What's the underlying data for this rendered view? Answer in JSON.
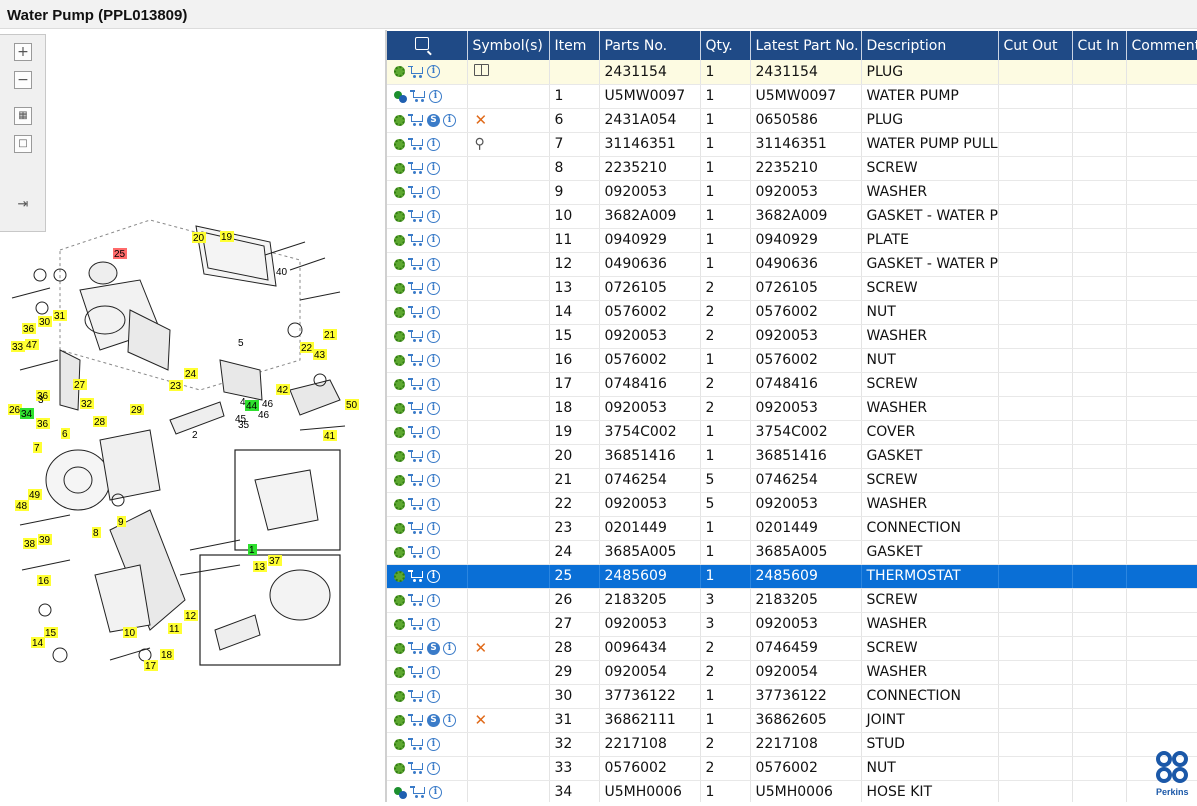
{
  "window": {
    "title": "Water Pump (PPL013809)"
  },
  "toolbar": {
    "zoom_in": "+",
    "zoom_out": "−"
  },
  "table": {
    "columns": [
      "Symbol(s)",
      "Item",
      "Parts No.",
      "Qty.",
      "Latest Part No.",
      "Description",
      "Cut Out",
      "Cut In",
      "Comment"
    ],
    "rows": [
      {
        "item": "",
        "parts_no": "2431154",
        "qty": "1",
        "latest": "2431154",
        "desc": "PLUG",
        "sym": "book",
        "s": false,
        "gear": "single",
        "state": "highlight"
      },
      {
        "item": "1",
        "parts_no": "U5MW0097",
        "qty": "1",
        "latest": "U5MW0097",
        "desc": "WATER PUMP",
        "sym": "",
        "s": false,
        "gear": "double",
        "state": ""
      },
      {
        "item": "6",
        "parts_no": "2431A054",
        "qty": "1",
        "latest": "0650586",
        "desc": "PLUG",
        "sym": "x",
        "s": true,
        "gear": "single",
        "state": ""
      },
      {
        "item": "7",
        "parts_no": "31146351",
        "qty": "1",
        "latest": "31146351",
        "desc": "WATER PUMP PULLE",
        "sym": "pin",
        "s": false,
        "gear": "single",
        "state": ""
      },
      {
        "item": "8",
        "parts_no": "2235210",
        "qty": "1",
        "latest": "2235210",
        "desc": "SCREW",
        "sym": "",
        "s": false,
        "gear": "single",
        "state": ""
      },
      {
        "item": "9",
        "parts_no": "0920053",
        "qty": "1",
        "latest": "0920053",
        "desc": "WASHER",
        "sym": "",
        "s": false,
        "gear": "single",
        "state": ""
      },
      {
        "item": "10",
        "parts_no": "3682A009",
        "qty": "1",
        "latest": "3682A009",
        "desc": "GASKET - WATER PU",
        "sym": "",
        "s": false,
        "gear": "single",
        "state": ""
      },
      {
        "item": "11",
        "parts_no": "0940929",
        "qty": "1",
        "latest": "0940929",
        "desc": "PLATE",
        "sym": "",
        "s": false,
        "gear": "single",
        "state": ""
      },
      {
        "item": "12",
        "parts_no": "0490636",
        "qty": "1",
        "latest": "0490636",
        "desc": "GASKET - WATER PU",
        "sym": "",
        "s": false,
        "gear": "single",
        "state": ""
      },
      {
        "item": "13",
        "parts_no": "0726105",
        "qty": "2",
        "latest": "0726105",
        "desc": "SCREW",
        "sym": "",
        "s": false,
        "gear": "single",
        "state": ""
      },
      {
        "item": "14",
        "parts_no": "0576002",
        "qty": "2",
        "latest": "0576002",
        "desc": "NUT",
        "sym": "",
        "s": false,
        "gear": "single",
        "state": ""
      },
      {
        "item": "15",
        "parts_no": "0920053",
        "qty": "2",
        "latest": "0920053",
        "desc": "WASHER",
        "sym": "",
        "s": false,
        "gear": "single",
        "state": ""
      },
      {
        "item": "16",
        "parts_no": "0576002",
        "qty": "1",
        "latest": "0576002",
        "desc": "NUT",
        "sym": "",
        "s": false,
        "gear": "single",
        "state": ""
      },
      {
        "item": "17",
        "parts_no": "0748416",
        "qty": "2",
        "latest": "0748416",
        "desc": "SCREW",
        "sym": "",
        "s": false,
        "gear": "single",
        "state": ""
      },
      {
        "item": "18",
        "parts_no": "0920053",
        "qty": "2",
        "latest": "0920053",
        "desc": "WASHER",
        "sym": "",
        "s": false,
        "gear": "single",
        "state": ""
      },
      {
        "item": "19",
        "parts_no": "3754C002",
        "qty": "1",
        "latest": "3754C002",
        "desc": "COVER",
        "sym": "",
        "s": false,
        "gear": "single",
        "state": ""
      },
      {
        "item": "20",
        "parts_no": "36851416",
        "qty": "1",
        "latest": "36851416",
        "desc": "GASKET",
        "sym": "",
        "s": false,
        "gear": "single",
        "state": ""
      },
      {
        "item": "21",
        "parts_no": "0746254",
        "qty": "5",
        "latest": "0746254",
        "desc": "SCREW",
        "sym": "",
        "s": false,
        "gear": "single",
        "state": ""
      },
      {
        "item": "22",
        "parts_no": "0920053",
        "qty": "5",
        "latest": "0920053",
        "desc": "WASHER",
        "sym": "",
        "s": false,
        "gear": "single",
        "state": ""
      },
      {
        "item": "23",
        "parts_no": "0201449",
        "qty": "1",
        "latest": "0201449",
        "desc": "CONNECTION",
        "sym": "",
        "s": false,
        "gear": "single",
        "state": ""
      },
      {
        "item": "24",
        "parts_no": "3685A005",
        "qty": "1",
        "latest": "3685A005",
        "desc": "GASKET",
        "sym": "",
        "s": false,
        "gear": "single",
        "state": ""
      },
      {
        "item": "25",
        "parts_no": "2485609",
        "qty": "1",
        "latest": "2485609",
        "desc": "THERMOSTAT",
        "sym": "",
        "s": false,
        "gear": "single",
        "state": "selected"
      },
      {
        "item": "26",
        "parts_no": "2183205",
        "qty": "3",
        "latest": "2183205",
        "desc": "SCREW",
        "sym": "",
        "s": false,
        "gear": "single",
        "state": ""
      },
      {
        "item": "27",
        "parts_no": "0920053",
        "qty": "3",
        "latest": "0920053",
        "desc": "WASHER",
        "sym": "",
        "s": false,
        "gear": "single",
        "state": ""
      },
      {
        "item": "28",
        "parts_no": "0096434",
        "qty": "2",
        "latest": "0746459",
        "desc": "SCREW",
        "sym": "x",
        "s": true,
        "gear": "single",
        "state": ""
      },
      {
        "item": "29",
        "parts_no": "0920054",
        "qty": "2",
        "latest": "0920054",
        "desc": "WASHER",
        "sym": "",
        "s": false,
        "gear": "single",
        "state": ""
      },
      {
        "item": "30",
        "parts_no": "37736122",
        "qty": "1",
        "latest": "37736122",
        "desc": "CONNECTION",
        "sym": "",
        "s": false,
        "gear": "single",
        "state": ""
      },
      {
        "item": "31",
        "parts_no": "36862111",
        "qty": "1",
        "latest": "36862605",
        "desc": "JOINT",
        "sym": "x",
        "s": true,
        "gear": "single",
        "state": ""
      },
      {
        "item": "32",
        "parts_no": "2217108",
        "qty": "2",
        "latest": "2217108",
        "desc": "STUD",
        "sym": "",
        "s": false,
        "gear": "single",
        "state": ""
      },
      {
        "item": "33",
        "parts_no": "0576002",
        "qty": "2",
        "latest": "0576002",
        "desc": "NUT",
        "sym": "",
        "s": false,
        "gear": "single",
        "state": ""
      },
      {
        "item": "34",
        "parts_no": "U5MH0006",
        "qty": "1",
        "latest": "U5MH0006",
        "desc": "HOSE KIT",
        "sym": "",
        "s": false,
        "gear": "double",
        "state": ""
      }
    ]
  },
  "diagram": {
    "labels": [
      {
        "text": "25",
        "color": "red"
      },
      {
        "text": "20",
        "color": "yellow"
      },
      {
        "text": "19",
        "color": "yellow"
      },
      {
        "text": "30",
        "color": "yellow"
      },
      {
        "text": "31",
        "color": "yellow"
      },
      {
        "text": "36",
        "color": "yellow"
      },
      {
        "text": "33",
        "color": "yellow"
      },
      {
        "text": "47",
        "color": "yellow"
      },
      {
        "text": "21",
        "color": "yellow"
      },
      {
        "text": "22",
        "color": "yellow"
      },
      {
        "text": "43",
        "color": "yellow"
      },
      {
        "text": "36",
        "color": "yellow"
      },
      {
        "text": "27",
        "color": "yellow"
      },
      {
        "text": "24",
        "color": "yellow"
      },
      {
        "text": "23",
        "color": "yellow"
      },
      {
        "text": "42",
        "color": "yellow"
      },
      {
        "text": "26",
        "color": "yellow"
      },
      {
        "text": "34",
        "color": "green"
      },
      {
        "text": "36",
        "color": "yellow"
      },
      {
        "text": "32",
        "color": "yellow"
      },
      {
        "text": "28",
        "color": "yellow"
      },
      {
        "text": "29",
        "color": "yellow"
      },
      {
        "text": "44",
        "color": "green"
      },
      {
        "text": "50",
        "color": "yellow"
      },
      {
        "text": "41",
        "color": "yellow"
      },
      {
        "text": "6",
        "color": "yellow"
      },
      {
        "text": "7",
        "color": "yellow"
      },
      {
        "text": "49",
        "color": "yellow"
      },
      {
        "text": "48",
        "color": "yellow"
      },
      {
        "text": "9",
        "color": "yellow"
      },
      {
        "text": "8",
        "color": "yellow"
      },
      {
        "text": "38",
        "color": "yellow"
      },
      {
        "text": "39",
        "color": "yellow"
      },
      {
        "text": "1",
        "color": "green"
      },
      {
        "text": "37",
        "color": "yellow"
      },
      {
        "text": "13",
        "color": "yellow"
      },
      {
        "text": "16",
        "color": "yellow"
      },
      {
        "text": "12",
        "color": "yellow"
      },
      {
        "text": "10",
        "color": "yellow"
      },
      {
        "text": "11",
        "color": "yellow"
      },
      {
        "text": "15",
        "color": "yellow"
      },
      {
        "text": "14",
        "color": "yellow"
      },
      {
        "text": "18",
        "color": "yellow"
      },
      {
        "text": "17",
        "color": "yellow"
      }
    ],
    "plain_labels": [
      "5",
      "40",
      "4",
      "45",
      "46",
      "46",
      "35",
      "3",
      "2"
    ]
  },
  "logo": {
    "text": "Perkins"
  },
  "colors": {
    "header_bg": "#1f4a86",
    "selected_row": "#0a6fd6",
    "highlight_row": "#fdfbe2",
    "callout_yellow": "#ffff33",
    "callout_green": "#2ee02e",
    "callout_red": "#ff6b6b"
  }
}
